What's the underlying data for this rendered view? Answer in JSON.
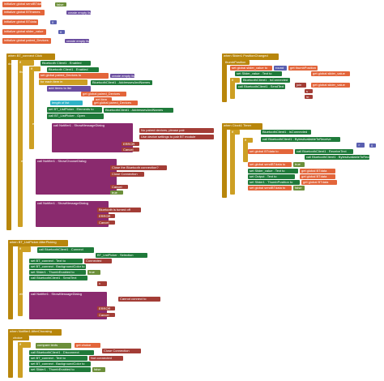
{
  "globals": [
    {
      "kw": "initialize global",
      "name": "sendBTdata",
      "to": "to",
      "val": "false"
    },
    {
      "kw": "initialize global",
      "name": "BTframes",
      "to": "to",
      "val": "create empty list"
    },
    {
      "kw": "initialize global",
      "name": "BTdata",
      "to": "to",
      "val": "0"
    },
    {
      "kw": "initialize global",
      "name": "slider_value",
      "to": "to",
      "val": "0"
    },
    {
      "kw": "initialize global",
      "name": "paired_Devices",
      "to": "to",
      "val": "create empty list"
    }
  ],
  "ev_connect": {
    "when": "when",
    "comp": "BT_connect",
    "event": "Click",
    "do": "do",
    "if": "if",
    "then": "then",
    "else": "else",
    "enabled": "Bluetooth Client1 . Enabled",
    "set_paired": "set global paired_Devices to",
    "create_list": "create empty list",
    "foreach": "for each item in",
    "addresses": "BluetoothClient1 . AddressesAndNames",
    "additems": "add items to list",
    "list": "list",
    "get_paired": "get global paired_Devices",
    "item": "item",
    "get_item": "get item",
    "length": "length of list",
    "set_elements": "set BT_ListPicker . Elements to",
    "addr_names": "BluetoothClient1 . AddressesAndNames",
    "open": "call BT_ListPicker . Open",
    "show_msg": "call Notifier1 . ShowMessageDialog",
    "message": "message",
    "title": "title",
    "buttonText": "buttonText",
    "msg_no_paired": "No paired devices, please pair",
    "use_settings": "Use device settings to pair BT module",
    "error": "ERROR",
    "cancel": "Cancel",
    "show_choose": "call Notifier1 . ShowChooseDialog",
    "close_conn": "Close the Bluetooth connection?",
    "close_conn2": "Close Connection",
    "cancelable": "cancelable",
    "true": "true",
    "bt_off": "Bluetooth is turned off"
  },
  "ev_after": {
    "when": "when",
    "comp": "BT_ListPicker",
    "event": "AfterPicking",
    "do": "do",
    "if": "if",
    "then": "then",
    "else": "else",
    "connect": "call BluetoothClient1 . Connect",
    "address": "address",
    "selection": "BT_ListPicker . Selection",
    "set_text": "set BT_connect . Text to",
    "connected": "Connected",
    "set_bg": "set BT_connect . BackgroundColor to",
    "set_thumb": "set Slider1 . ThumbEnabled to",
    "true": "true",
    "send": "call BluetoothClient1 . SendText",
    "text": "text",
    "x": "x",
    "show_msg": "call Notifier1 . ShowMessageDialog",
    "message": "message",
    "title": "title",
    "buttonText": "buttonText",
    "cannot": "Cannot connect to",
    "error": "ERROR",
    "cancel": "Cancel"
  },
  "ev_notifier": {
    "when": "when",
    "comp": "Notifier1",
    "event": "AfterChoosing",
    "choice": "choice",
    "do": "do",
    "if": "if",
    "then": "then",
    "compare": "compare texts",
    "get_choice": "get choice",
    "eq": "=",
    "close": "Close Connection",
    "disconnect": "call BluetoothClient1 . Disconnect",
    "set_text": "set BT_connect . Text to",
    "not_connected": "Not connected",
    "set_bg": "set BT_connect . BackgroundColor to",
    "set_thumb": "set Slider1 . ThumbEnabled to",
    "false": "false"
  },
  "ev_slider": {
    "when": "when",
    "comp": "Slider1",
    "event": "PositionChanged",
    "param": "thumbPosition",
    "do": "do",
    "set_slider": "set global slider_value to",
    "round": "round",
    "get_thumb": "get thumbPosition",
    "if": "if",
    "bt_conn": "BluetoothClient1 . IsConnected",
    "then": "then",
    "set_sliderText": "set Slider_value . Text to",
    "get_slider": "get global slider_value",
    "send": "call BluetoothClient1 . SendText",
    "text": "text",
    "join": "join",
    "s": "s",
    "nl": "\\n"
  },
  "ev_clock": {
    "when": "when",
    "comp": "Clock1",
    "event": "Timer",
    "do": "do",
    "if": "if",
    "then": "then",
    "bt_conn": "BluetoothClient1 . IsConnected",
    "bytes": "call BluetoothClient1 . BytesAvailableToReceive",
    "gt": ">",
    "zero": "0",
    "set_btdata": "set global BTdata to",
    "receive": "call BluetoothClient1 . ReceiveText",
    "numberOfBytes": "numberOfBytes",
    "bytes2": "call BluetoothClient1 . BytesAvailableToReceive",
    "set_send": "set global sendBTdata to",
    "true": "true",
    "set_slider_text": "set Slider_value . Text to",
    "get_btdata": "get global BTdata",
    "set_output": "set Output . Text to",
    "set_s1": "set Slider1 . ThumbPosition to",
    "set_send2": "set global sendBTdata to",
    "false": "false"
  },
  "colors": {
    "event": "#b8860b",
    "control": "#cd9f23",
    "variable": "#e3653a",
    "text": "#a33d36",
    "component": "#1f7a3a",
    "list": "#6b4ea0",
    "logic": "#6c8f3a"
  }
}
